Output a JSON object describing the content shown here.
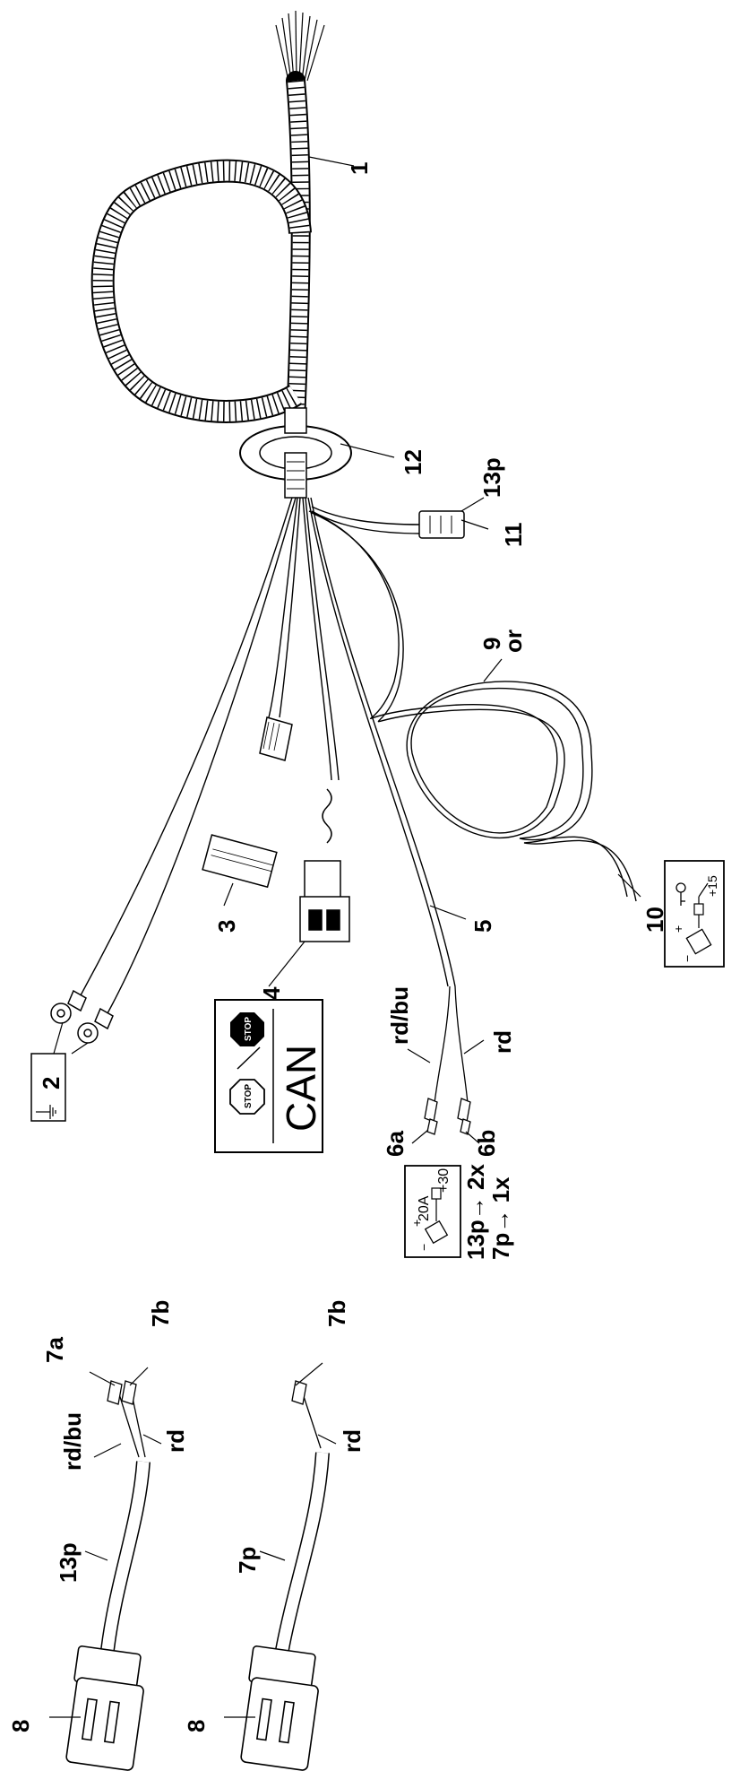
{
  "callouts": {
    "c1": "1",
    "c2": "2",
    "c3": "3",
    "c4": "4",
    "c5": "5",
    "c6a": "6a",
    "c6b": "6b",
    "c7a": "7a",
    "c7b_top": "7b",
    "c7b_bottom": "7b",
    "c8_top": "8",
    "c8_bottom": "8",
    "c9": "9",
    "c10": "10",
    "c11": "11",
    "c12": "12"
  },
  "wire_labels": {
    "w9_color": "or",
    "w11_type": "13p",
    "w6_rdbu": "rd/bu",
    "w6_rd": "rd",
    "w7_rdbu": "rd/bu",
    "w7_rd_top": "rd",
    "w7_rd_bottom": "rd",
    "cable_13p": "13p",
    "cable_7p": "7p"
  },
  "boxes": {
    "can_box": {
      "text": "CAN",
      "stop_left": "STOP",
      "stop_right": "STOP"
    },
    "fuse_box": {
      "amp": "20A",
      "term": "+30",
      "plus": "+",
      "minus": "−",
      "count_13p": "13p→ 2x",
      "count_7p": "7p→ 1x"
    },
    "ignition_box": {
      "term": "+15",
      "plus": "+",
      "minus": "−"
    }
  },
  "icons": [
    "ground-symbol-icon",
    "stop-sign-icon",
    "battery-icon",
    "fuse-icon",
    "key-icon",
    "switch-icon"
  ]
}
